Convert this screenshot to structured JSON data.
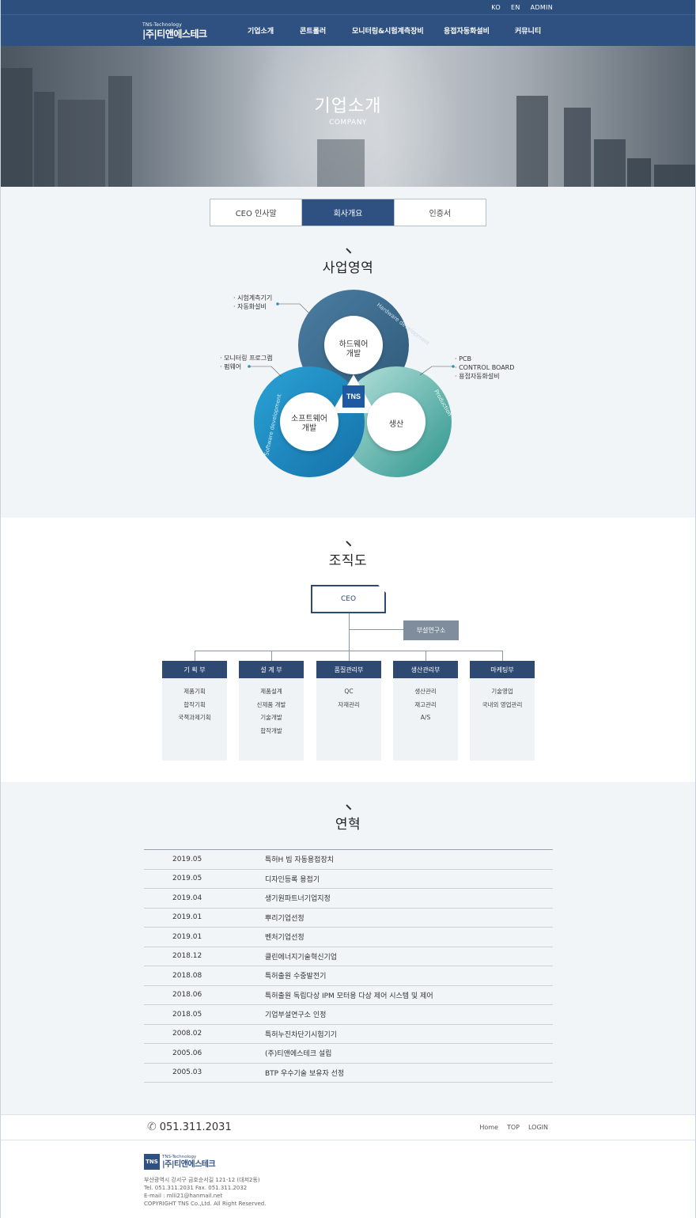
{
  "utility": {
    "ko": "KO",
    "en": "EN",
    "admin": "ADMIN"
  },
  "brand": {
    "en": "TNS-Technology",
    "ko": "|주|티앤에스테크"
  },
  "nav": [
    "기업소개",
    "콘트롤러",
    "모니터링&시험계측장비",
    "용접자동화설비",
    "커뮤니티"
  ],
  "hero": {
    "title": "기업소개",
    "subtitle": "COMPANY"
  },
  "tabs": [
    "CEO 인사말",
    "회사개요",
    "인증서"
  ],
  "business": {
    "title": "사업영역",
    "hardware": {
      "label1": "하드웨어",
      "label2": "개발",
      "arc": "Hardware development",
      "notes": [
        "· 시험계측기기",
        "· 자동화설비"
      ]
    },
    "software": {
      "label1": "소프트웨어",
      "label2": "개발",
      "arc": "Software development",
      "notes": [
        "· 모니터링 프로그램",
        "· 펌웨어"
      ]
    },
    "production": {
      "label": "생산",
      "arc": "Production",
      "notes": [
        "· PCB",
        "· CONTROL BOARD",
        "· 용접자동화설비"
      ]
    },
    "center_logo": "TNS"
  },
  "org": {
    "title": "조직도",
    "ceo": "CEO",
    "lab": "부설연구소",
    "departments": [
      {
        "name": "기 획 부",
        "items": [
          "제품기획",
          "합작기획",
          "국책과제기획"
        ]
      },
      {
        "name": "설 계 부",
        "items": [
          "제품설계",
          "신제품 개발",
          "기술개발",
          "합작개발"
        ]
      },
      {
        "name": "품질관리부",
        "items": [
          "QC",
          "자재관리"
        ]
      },
      {
        "name": "생산관리부",
        "items": [
          "생산관리",
          "재고관리",
          "A/S"
        ]
      },
      {
        "name": "마케팅부",
        "items": [
          "기술영업",
          "국내외 영업관리"
        ]
      }
    ]
  },
  "history": {
    "title": "연혁",
    "rows": [
      {
        "date": "2019.05",
        "text": "특허H 빔 자동용접장치"
      },
      {
        "date": "2019.05",
        "text": "디자인등록 용접기"
      },
      {
        "date": "2019.04",
        "text": "생기원파트너기업지정"
      },
      {
        "date": "2019.01",
        "text": "뿌리기업선정"
      },
      {
        "date": "2019.01",
        "text": "벤처기업선정"
      },
      {
        "date": "2018.12",
        "text": "클린에너지기술혁신기업"
      },
      {
        "date": "2018.08",
        "text": "특허출원 수중발전기"
      },
      {
        "date": "2018.06",
        "text": "특허출원 독립다상 IPM 모터용 다상 제어 시스템 및 제어"
      },
      {
        "date": "2018.05",
        "text": "기업부설연구소 인정"
      },
      {
        "date": "2008.02",
        "text": "특허누진차단기시험기기"
      },
      {
        "date": "2005.06",
        "text": "(주)티앤에스테크 설립"
      },
      {
        "date": "2005.03",
        "text": "BTP 우수기술 보유자 선정"
      }
    ]
  },
  "footer": {
    "phone": "051.311.2031",
    "links": [
      "Home",
      "TOP",
      "LOGIN"
    ],
    "logo_mark": "TNS",
    "brand_en": "TNS-Technology",
    "brand_ko": "|주|티앤에스테크",
    "address": "부산광역시 강서구 금호순서길 121-12 (대저2동)",
    "tel": "Tel. 051.311.2031 Fax. 051.311.2032",
    "email": "E-mail : mlii21@hanmail.net",
    "copyright": "COPYRIGHT TNS Co.,Ltd. All Right Reserved."
  },
  "colors": {
    "navy": "#2e5182",
    "teal": "#3aa59b",
    "blue": "#1a88c2",
    "slate": "#3f6a8f"
  }
}
